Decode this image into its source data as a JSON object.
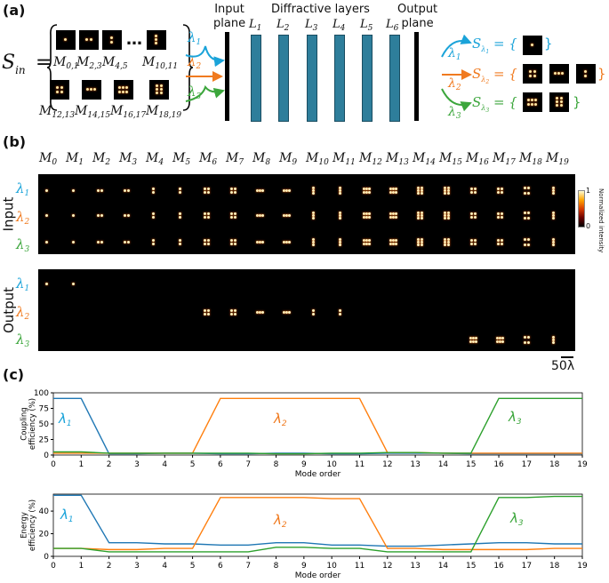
{
  "panel_a": {
    "label": "(a)",
    "s_in": "S",
    "s_in_sub": "in",
    "equals": "=",
    "ellipsis": "…",
    "group_labels": [
      "M",
      "M",
      "M",
      "M",
      "M",
      "M",
      "M",
      "M"
    ],
    "group_subs": [
      "0,1",
      "2,3",
      "4,5",
      "10,11",
      "12,13",
      "14,15",
      "16,17",
      "18,19"
    ],
    "lambda": "λ",
    "lambda_subs": [
      "1",
      "2",
      "3"
    ],
    "input_plane": "Input\nplane",
    "input_plane_line1": "Input",
    "input_plane_line2": "plane",
    "diffractive_layers": "Diffractive layers",
    "output_plane_line1": "Output",
    "output_plane_line2": "plane",
    "layers": [
      "L",
      "L",
      "L",
      "L",
      "L",
      "L"
    ],
    "layer_subs": [
      "1",
      "2",
      "3",
      "4",
      "5",
      "6"
    ],
    "out_S": "S",
    "out_eq": "= {",
    "out_close": "}"
  },
  "panel_b": {
    "label": "(b)",
    "mode_prefix": "M",
    "modes": [
      "0",
      "1",
      "2",
      "3",
      "4",
      "5",
      "6",
      "7",
      "8",
      "9",
      "10",
      "11",
      "12",
      "13",
      "14",
      "15",
      "16",
      "17",
      "18",
      "19"
    ],
    "input_label": "Input",
    "output_label": "Output",
    "lambda": "λ",
    "lambda_subs": [
      "1",
      "2",
      "3"
    ],
    "colorbar_title_line1": "Normalized",
    "colorbar_title_line2": "intensity",
    "colorbar_max": "1",
    "colorbar_min": "0",
    "scale_bar": "50λ"
  },
  "panel_c": {
    "label": "(c)",
    "xlabel": "Mode order"
  },
  "colors": {
    "lambda1": "#1f77b4",
    "lambda2": "#ff7f0e",
    "lambda3": "#2ca02c",
    "layer": "#2e7e9b",
    "cyan_text": "#1aa3d9",
    "orange_text": "#f07a1f",
    "green_text": "#3ca63c"
  },
  "chart_data": [
    {
      "type": "line",
      "title": "",
      "ylabel": "Coupling efficiency (%)",
      "xlabel": "Mode order",
      "x": [
        0,
        1,
        2,
        3,
        4,
        5,
        6,
        7,
        8,
        9,
        10,
        11,
        12,
        13,
        14,
        15,
        16,
        17,
        18,
        19
      ],
      "xlim": [
        0,
        19
      ],
      "ylim": [
        0,
        100
      ],
      "yticks": [
        0,
        25,
        50,
        75,
        100
      ],
      "series": [
        {
          "name": "λ1",
          "color": "#1f77b4",
          "values": [
            91,
            91,
            2,
            2,
            3,
            3,
            2,
            2,
            3,
            3,
            2,
            2,
            3,
            3,
            3,
            2,
            2,
            2,
            2,
            2
          ]
        },
        {
          "name": "λ2",
          "color": "#ff7f0e",
          "values": [
            3,
            3,
            3,
            3,
            3,
            3,
            91,
            91,
            91,
            91,
            91,
            91,
            4,
            4,
            3,
            3,
            3,
            3,
            3,
            3
          ]
        },
        {
          "name": "λ3",
          "color": "#2ca02c",
          "values": [
            5,
            5,
            3,
            3,
            3,
            3,
            3,
            3,
            2,
            2,
            3,
            3,
            4,
            4,
            3,
            3,
            91,
            91,
            91,
            91
          ]
        }
      ],
      "annotations": [
        "λ1",
        "λ2",
        "λ3"
      ]
    },
    {
      "type": "line",
      "title": "",
      "ylabel": "Energy efficiency (%)",
      "xlabel": "Mode order",
      "x": [
        0,
        1,
        2,
        3,
        4,
        5,
        6,
        7,
        8,
        9,
        10,
        11,
        12,
        13,
        14,
        15,
        16,
        17,
        18,
        19
      ],
      "xlim": [
        0,
        19
      ],
      "ylim": [
        0,
        55
      ],
      "yticks": [
        0,
        20,
        40
      ],
      "series": [
        {
          "name": "λ1",
          "color": "#1f77b4",
          "values": [
            54,
            54,
            12,
            12,
            11,
            11,
            10,
            10,
            12,
            12,
            10,
            10,
            9,
            9,
            10,
            11,
            12,
            12,
            11,
            11
          ]
        },
        {
          "name": "λ2",
          "color": "#ff7f0e",
          "values": [
            7,
            7,
            6,
            6,
            7,
            7,
            52,
            52,
            52,
            52,
            51,
            51,
            7,
            7,
            6,
            6,
            6,
            6,
            7,
            7
          ]
        },
        {
          "name": "λ3",
          "color": "#2ca02c",
          "values": [
            7,
            7,
            4,
            4,
            4,
            4,
            4,
            4,
            8,
            8,
            7,
            7,
            4,
            4,
            4,
            4,
            52,
            52,
            53,
            53
          ]
        }
      ],
      "annotations": [
        "λ1",
        "λ2",
        "λ3"
      ]
    }
  ]
}
